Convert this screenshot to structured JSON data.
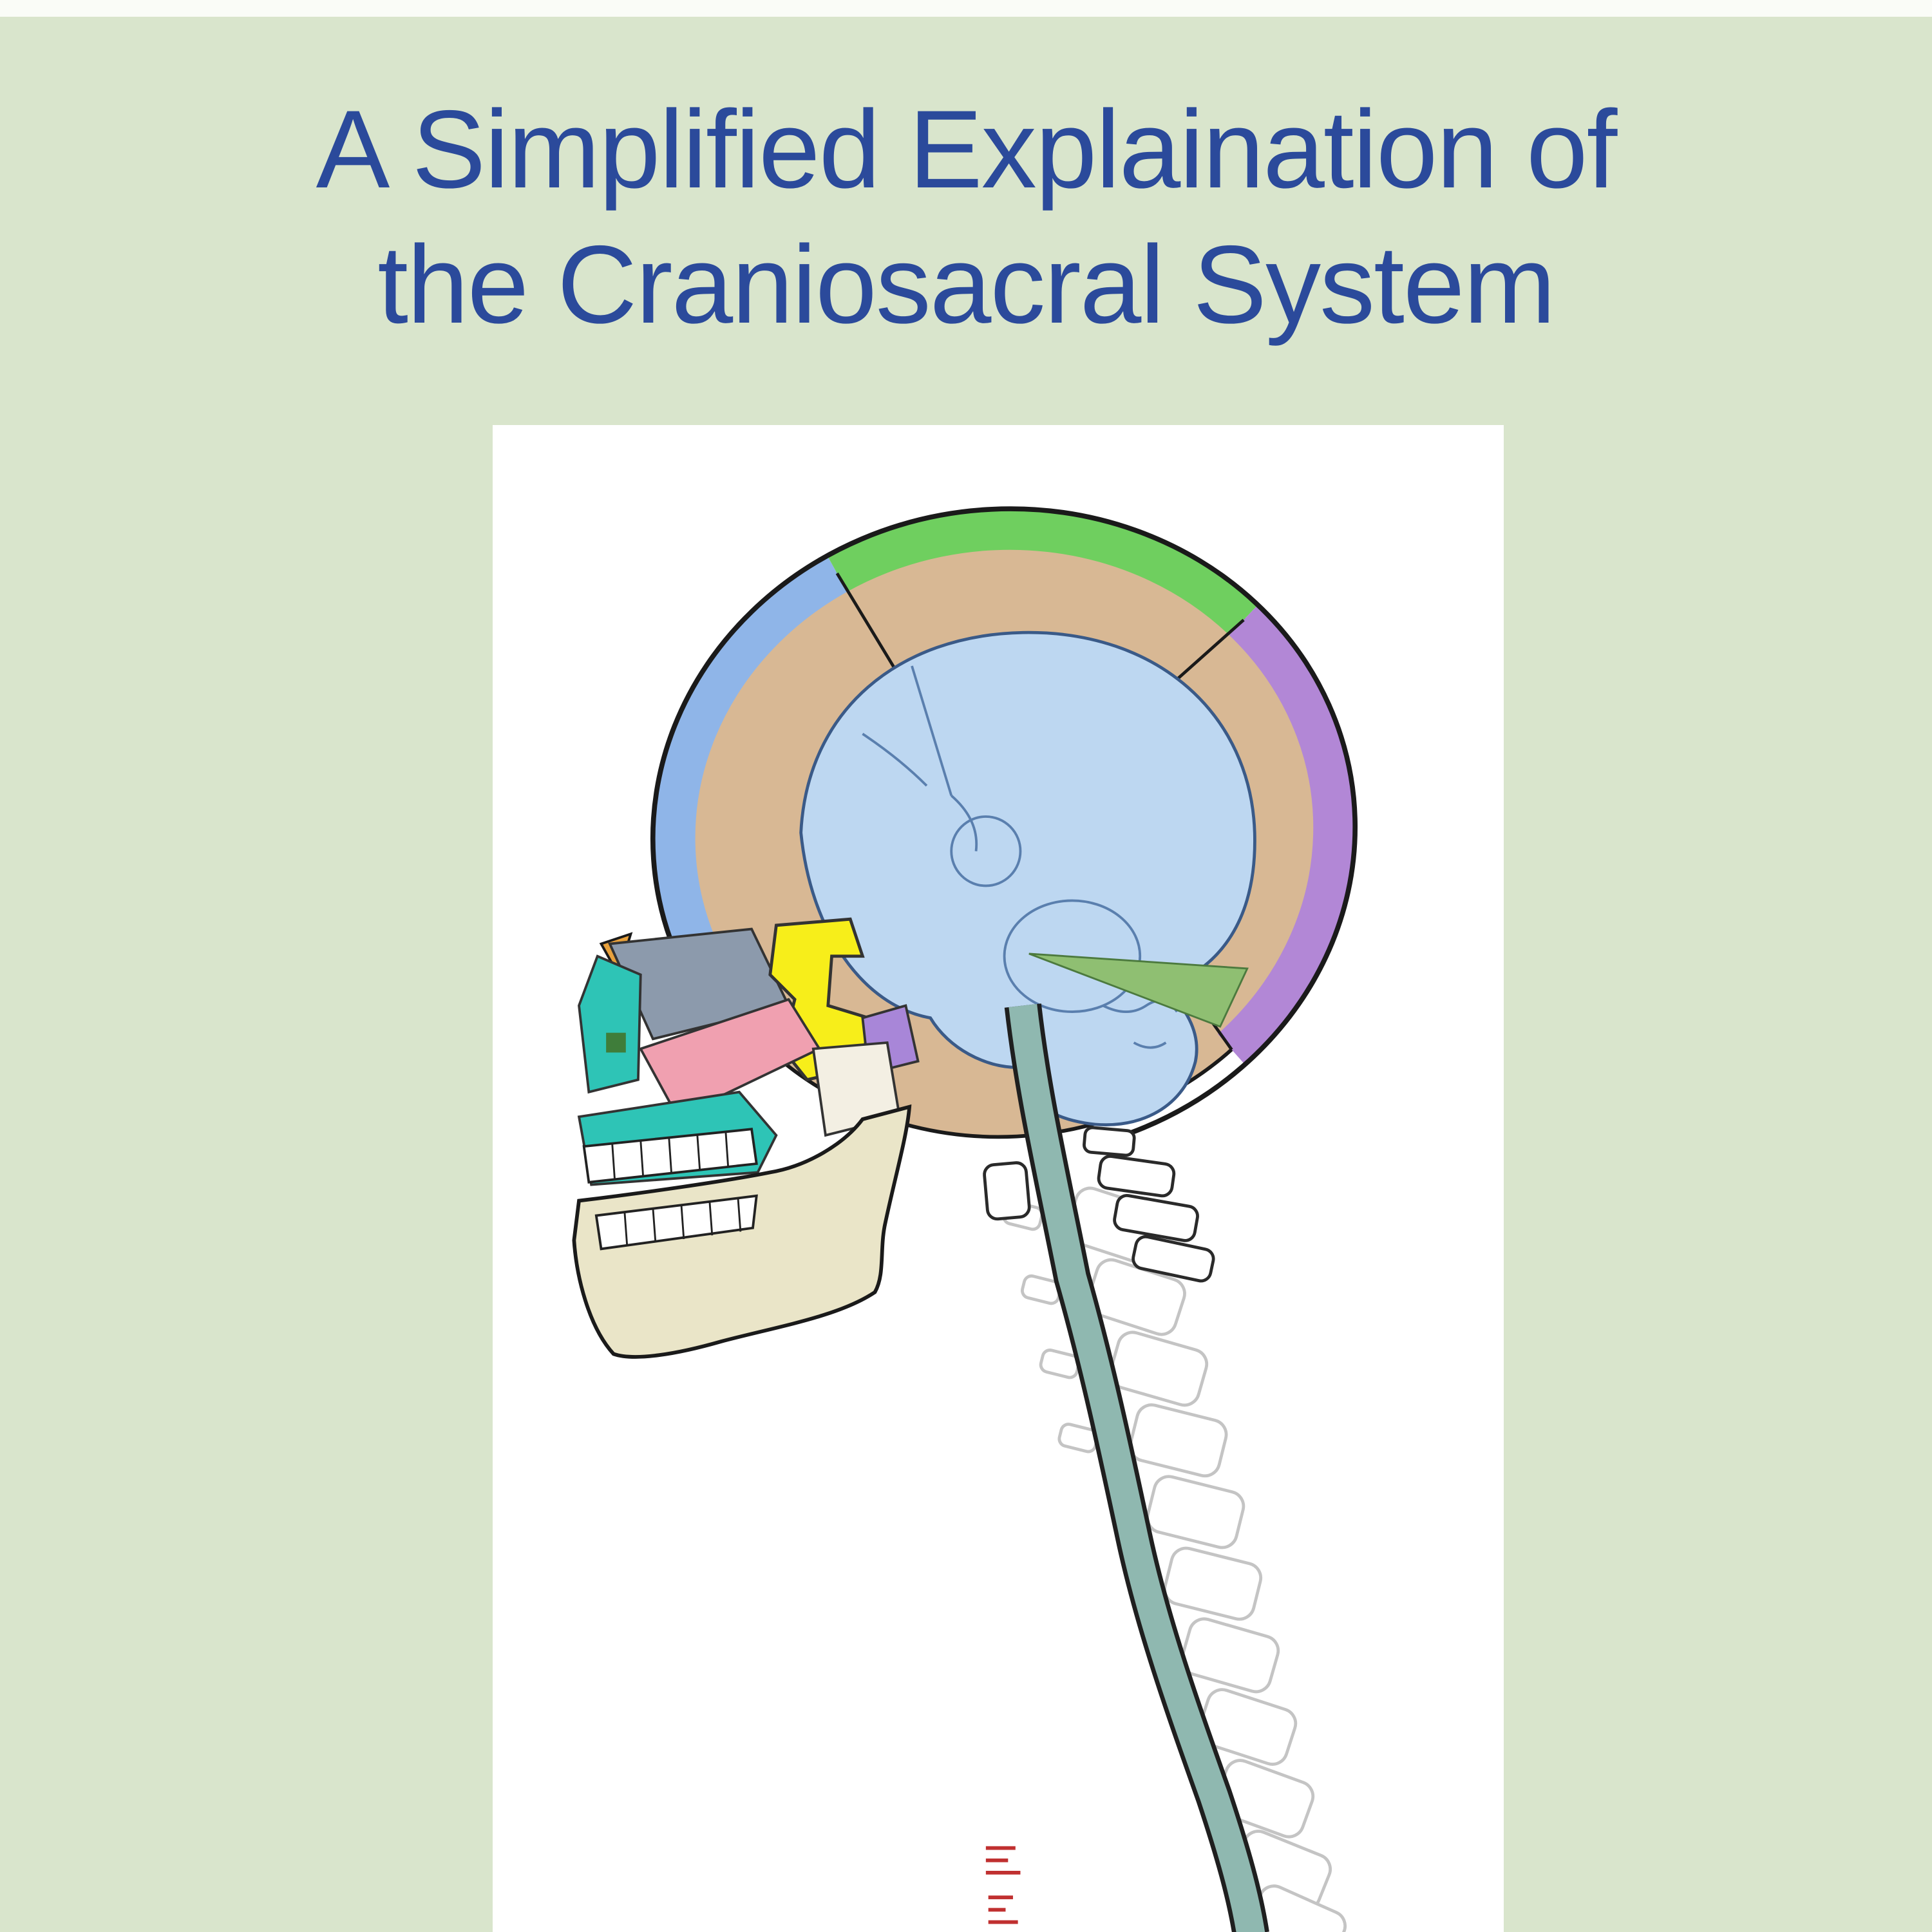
{
  "slide": {
    "title_line1": "A Simplified Explaination of",
    "title_line2": "the Craniosacral System",
    "title_color": "#2b4a9b",
    "background_color": "#d9e5cc",
    "top_strip_color": "#fafcf7",
    "panel_color": "#ffffff"
  },
  "illustration": {
    "name": "craniosacral-system-diagram",
    "description": "Sagittal view of skull with color-coded cranial bones, spinal column and spinal cord",
    "colors": {
      "frontal_blue": "#8fb5e8",
      "parietal_green": "#6fcf5f",
      "occipital_purple": "#b287d6",
      "vault_tan": "#d8b894",
      "cavity_blue": "#bdd7f1",
      "tentorium_green": "#8fbf72",
      "sphenoid_yellow": "#f7ee1a",
      "orbit_gray": "#8c9aac",
      "facial_teal": "#2ec4b6",
      "cheek_pink": "#f0a0b0",
      "pterygoid_purple": "#a886d8",
      "nasal_orange": "#e8a13c",
      "zygomatic_ivory": "#f3efe3",
      "mandible_beige": "#eae5c8",
      "teeth_white": "#ffffff",
      "cord_teal": "#8fb8b0",
      "cord_outline": "#1f1f1f",
      "vertebra_ghost": "#c4c4c4",
      "vertebra_dark": "#2a2a2a",
      "annotation_red": "#c03030",
      "detail_dark_green": "#3f7d3a"
    }
  }
}
